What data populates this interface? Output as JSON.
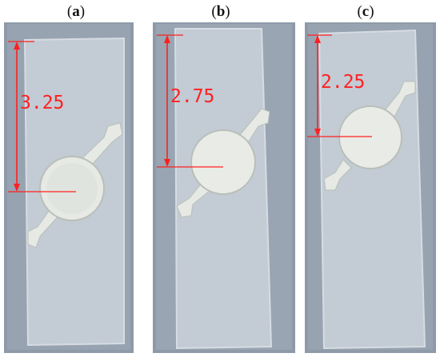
{
  "panels": [
    {
      "label": "a",
      "measurement": "3.25"
    },
    {
      "label": "b",
      "measurement": "2.75"
    },
    {
      "label": "c",
      "measurement": "2.25"
    }
  ],
  "colors": {
    "background": "#8e9aa8",
    "substrate": "#c3cbd4",
    "substrate_edge": "#d6dce2",
    "pad": "#e6e9e4",
    "pad_edge": "#b9bfb9",
    "measure": "#ff2020"
  }
}
